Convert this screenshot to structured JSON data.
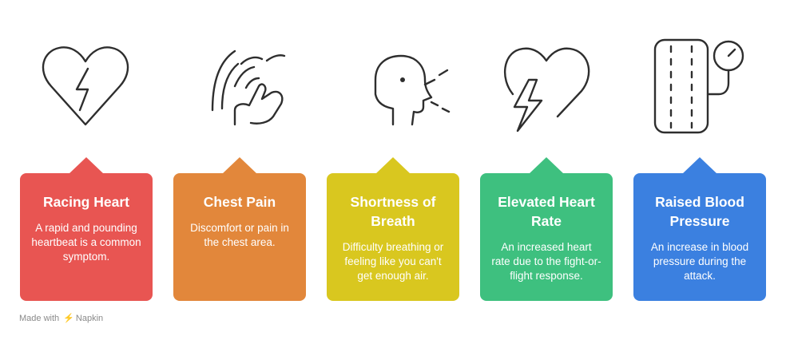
{
  "cards": [
    {
      "title": "Racing Heart",
      "description": "A rapid and pounding heartbeat is a common symptom.",
      "icon": "heart-bolt-icon",
      "color": "#e85552"
    },
    {
      "title": "Chest Pain",
      "description": "Discomfort or pain in the chest area.",
      "icon": "chest-pain-icon",
      "color": "#e2873b"
    },
    {
      "title": "Shortness of Breath",
      "description": "Difficulty breathing or feeling like you can't get enough air.",
      "icon": "head-breath-icon",
      "color": "#d9c71f"
    },
    {
      "title": "Elevated Heart Rate",
      "description": "An increased heart rate due to the fight-or-flight response.",
      "icon": "heart-lightning-icon",
      "color": "#3ec07f"
    },
    {
      "title": "Raised Blood Pressure",
      "description": "An increase in blood pressure during the attack.",
      "icon": "blood-pressure-icon",
      "color": "#3b80e0"
    }
  ],
  "footer": {
    "made_with": "Made with",
    "brand": "Napkin"
  }
}
